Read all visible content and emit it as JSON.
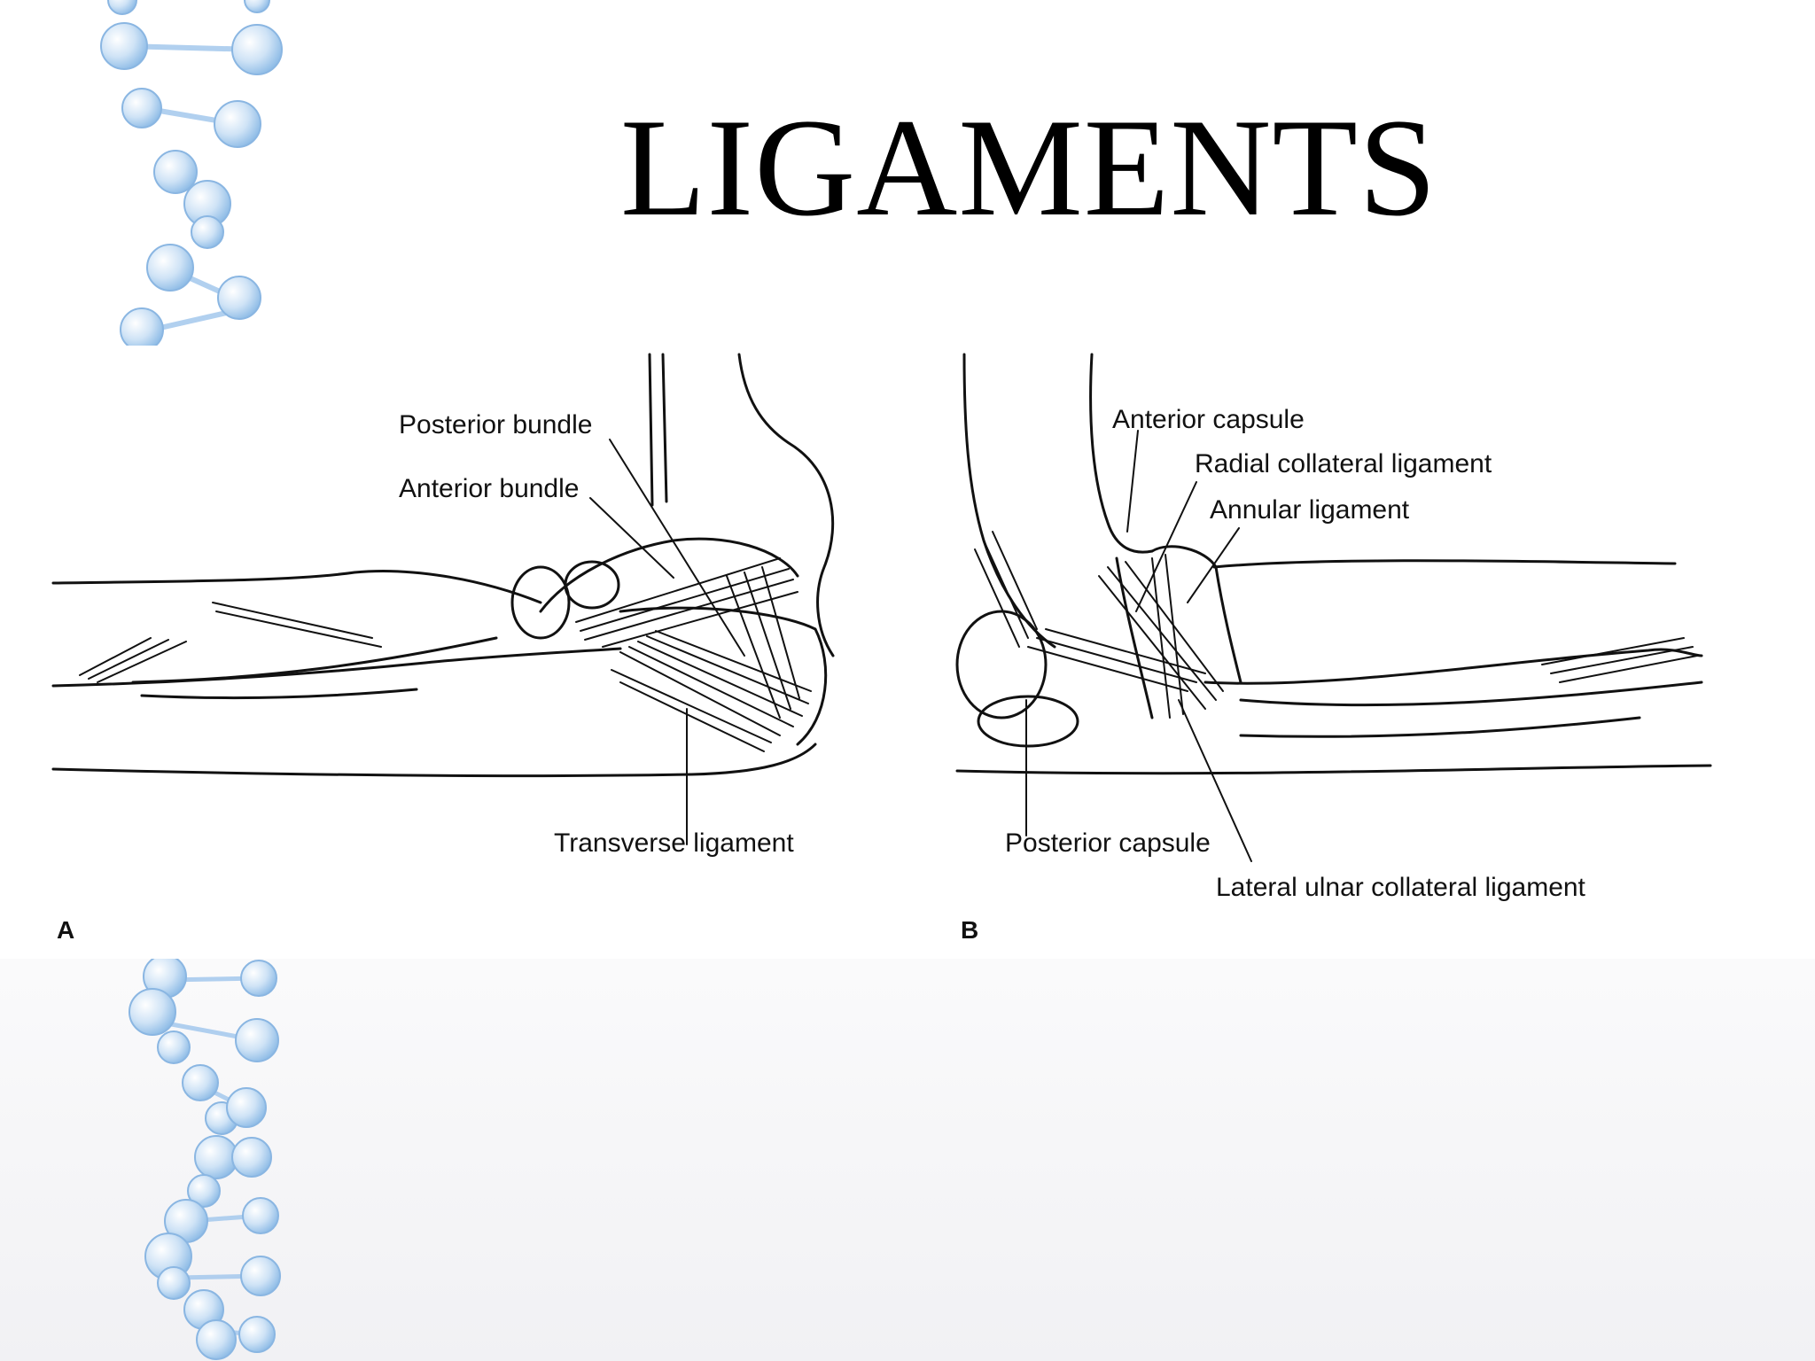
{
  "slide": {
    "title": "LIGAMENTS"
  },
  "figure": {
    "panel_a": {
      "letter": "A",
      "labels": {
        "posterior_bundle": "Posterior bundle",
        "anterior_bundle": "Anterior bundle",
        "transverse_ligament": "Transverse ligament"
      }
    },
    "panel_b": {
      "letter": "B",
      "labels": {
        "anterior_capsule": "Anterior capsule",
        "radial_collateral_ligament": "Radial collateral ligament",
        "annular_ligament": "Annular ligament",
        "posterior_capsule": "Posterior capsule",
        "lateral_ulnar_collateral_ligament": "Lateral ulnar collateral ligament"
      }
    }
  },
  "colors": {
    "dna_fill": "#bcd8f2",
    "dna_stroke": "#7fb0df",
    "line_art": "#111111",
    "title": "#000000"
  },
  "decorations": [
    "dna-helix-top",
    "dna-helix-bottom"
  ]
}
